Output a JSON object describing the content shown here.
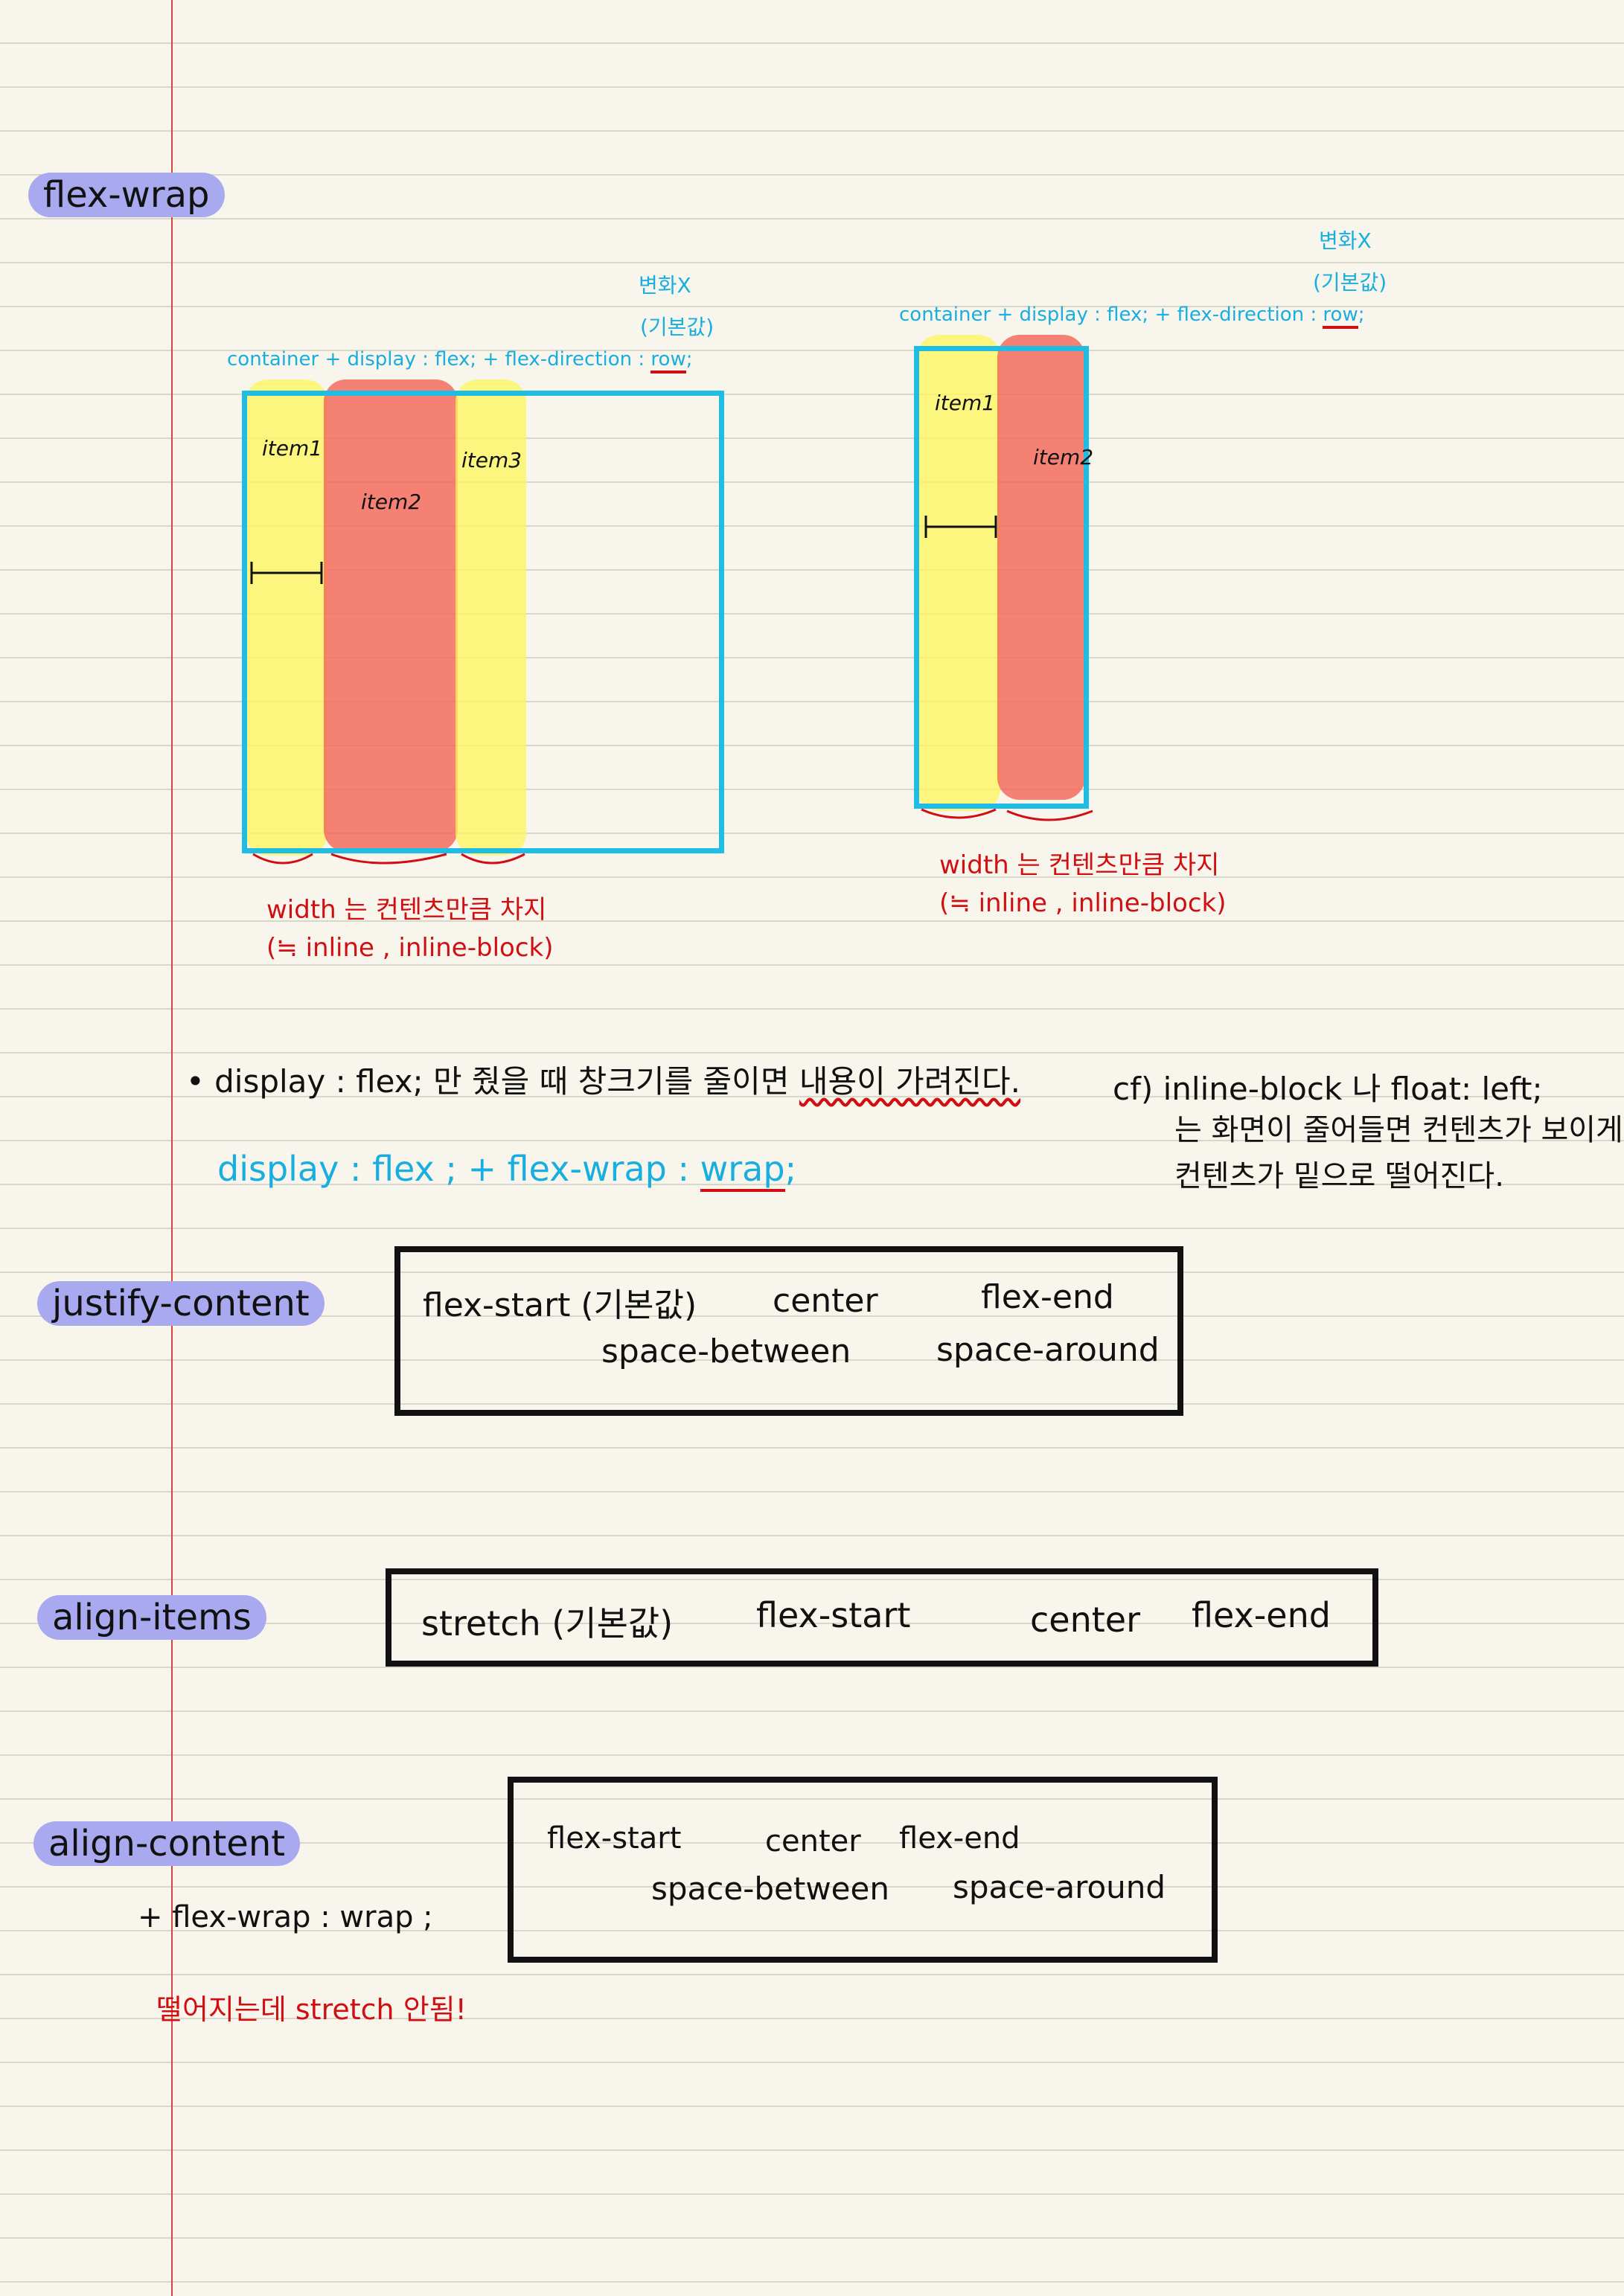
{
  "flex_wrap": {
    "heading": "flex-wrap",
    "diagram_left": {
      "change_note": "변화X",
      "default_note": "(기본값)",
      "container_prefix": "container + display : flex; + flex-direction : ",
      "row_value": "row",
      "row_suffix": ";",
      "items": [
        "item1",
        "item2",
        "item3"
      ],
      "width_note": "width 는 컨텐츠만큼 차지",
      "inline_note": "(≒ inline , inline-block)"
    },
    "diagram_right": {
      "change_note": "변화X",
      "default_note": "(기본값)",
      "container_prefix": "container + display : flex; + flex-direction : ",
      "row_value": "row",
      "row_suffix": ";",
      "items": [
        "item1",
        "item2"
      ],
      "width_note": "width 는 컨텐츠만큼 차지",
      "inline_note": "(≒ inline , inline-block)"
    },
    "bullet_prefix": "• display : flex; 만 줬을 때 창크기를 줄이면 ",
    "bullet_emphasis": "내용이 가려진다.",
    "wrap_prefix": "display : flex ; + flex-wrap : ",
    "wrap_value": "wrap",
    "wrap_suffix": ";",
    "cf_line1": "cf) inline-block 나 float: left;",
    "cf_line2": "는 화면이 줄어들면 컨텐츠가 보이게",
    "cf_line3": "컨텐츠가 밑으로 떨어진다."
  },
  "justify_content": {
    "heading": "justify-content",
    "values": [
      "flex-start (기본값)",
      "center",
      "flex-end",
      "space-between",
      "space-around"
    ]
  },
  "align_items": {
    "heading": "align-items",
    "values": [
      "stretch (기본값)",
      "flex-start",
      "center",
      "flex-end"
    ]
  },
  "align_content": {
    "heading": "align-content",
    "values": [
      "flex-start",
      "center",
      "flex-end",
      "space-between",
      "space-around"
    ],
    "wrap_note": "+ flex-wrap : wrap ;",
    "warning": "떨어지는데 stretch 안됨!"
  },
  "colors": {
    "highlight": "#a9a9ef",
    "container_border": "#1fbde3",
    "item_yellow": "#fff65a",
    "item_red": "#f26456",
    "annotation_red": "#d10f12",
    "margin_line": "#d8423f"
  }
}
